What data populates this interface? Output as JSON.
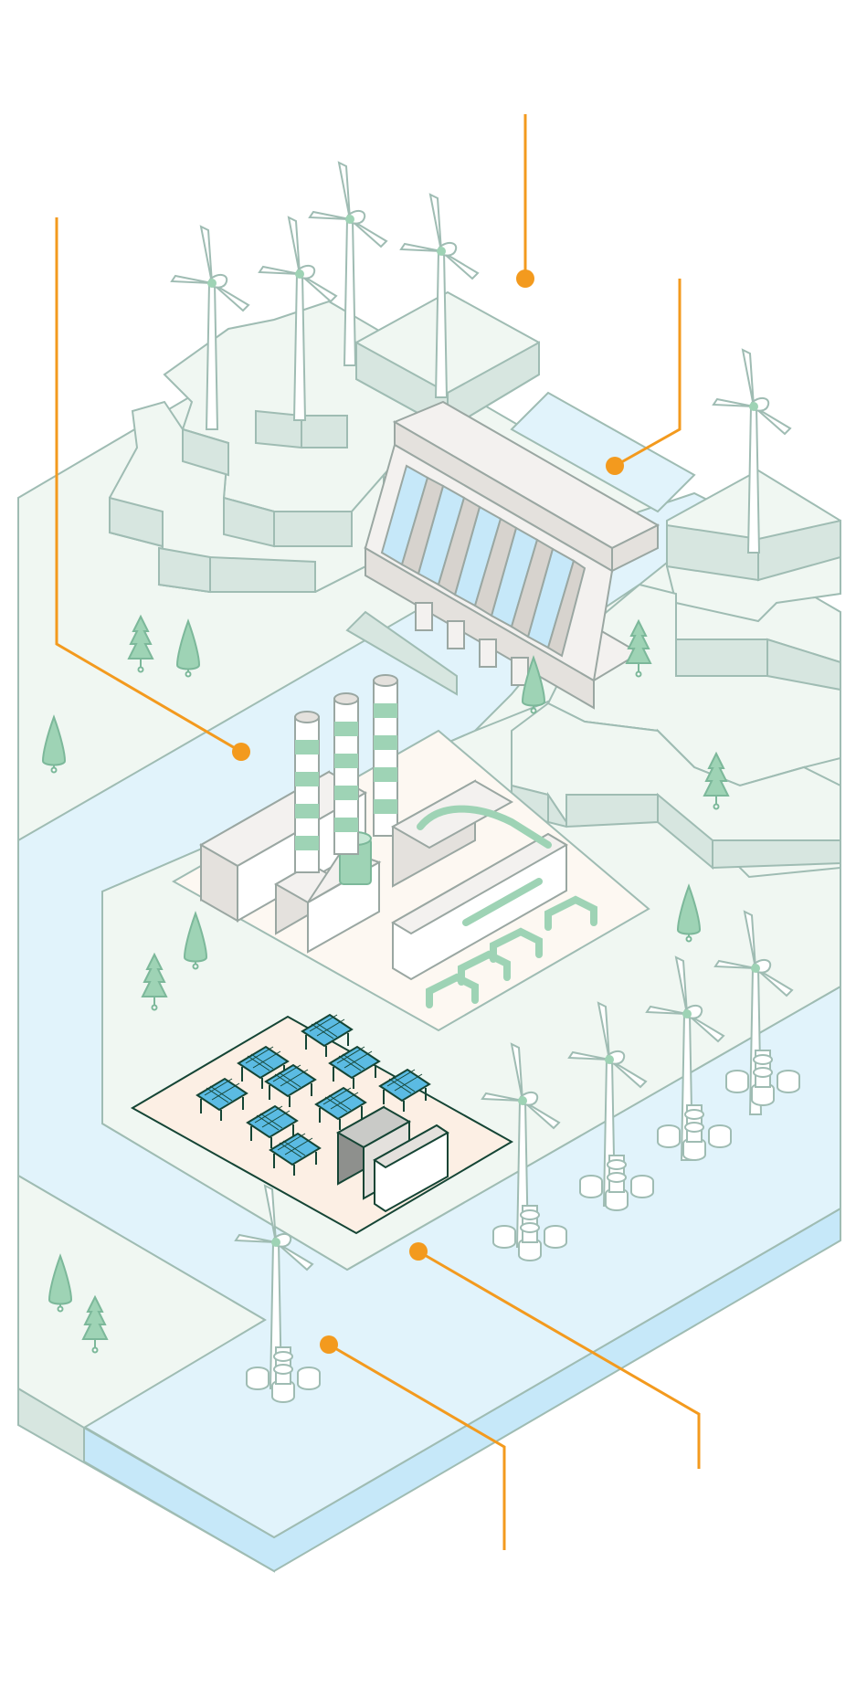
{
  "title": "",
  "colors": {
    "land": "#f0f7f2",
    "land_side": "#d7e6e0",
    "land_stroke": "#9fbcb3",
    "water": "#e1f3fb",
    "water_side": "#c6e8f9",
    "tree": "#9ed3b5",
    "tree_stroke": "#7cb89a",
    "callout": "#f39a1e",
    "solar_panel": "#5bbbe3",
    "solar_frame": "#154535",
    "plant_base": "#fdf8f2",
    "building": "#f3f1ef",
    "building_stroke": "#9aa7a2",
    "stack_band": "#9ed3b5",
    "turbine_hub": "#9ed3b5"
  },
  "icons": [
    "wind-turbine-icon",
    "offshore-wind-turbine-icon",
    "solar-panel-icon",
    "dam-icon",
    "power-plant-icon",
    "tree-icon"
  ],
  "callouts": [
    {
      "name": "callout-onshore-wind"
    },
    {
      "name": "callout-hydro-dam"
    },
    {
      "name": "callout-thermal-plant"
    },
    {
      "name": "callout-offshore-wind"
    },
    {
      "name": "callout-offshore-wind-nearshore"
    }
  ]
}
